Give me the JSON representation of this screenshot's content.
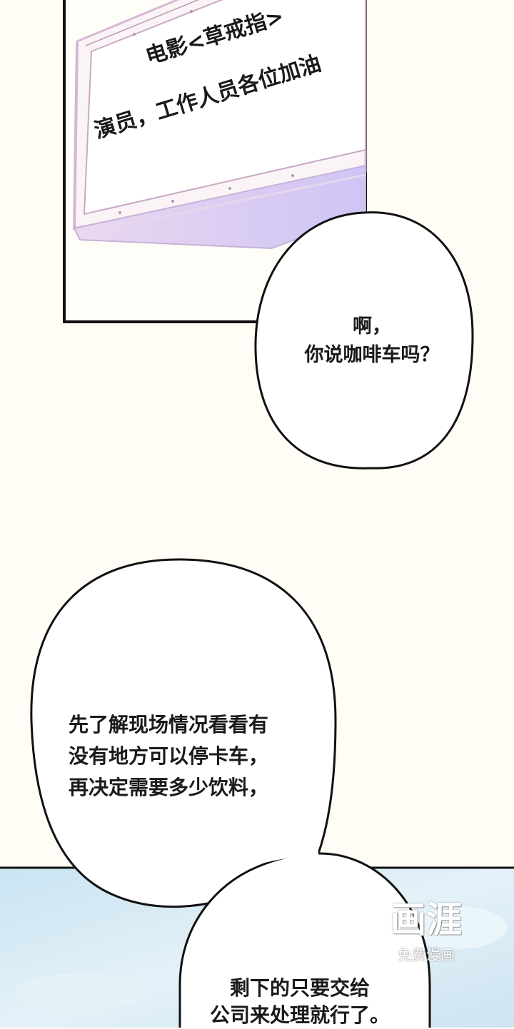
{
  "banner": {
    "line1": "电影<草戒指>",
    "line2": "演员，工作人员各位加油"
  },
  "bubbles": {
    "b1": {
      "lines": [
        "啊，",
        "你说咖啡车吗？"
      ]
    },
    "b2": {
      "lines": [
        "先了解现场情况看看有",
        "没有地方可以停卡车，",
        "再决定需要多少饮料，"
      ]
    },
    "b3": {
      "lines": [
        "剩下的只要交给",
        "公司来处理就行了。"
      ]
    }
  },
  "watermark": {
    "logo": "画涯",
    "subtitle": "免费漫画"
  },
  "colors": {
    "paper": "#fffdf6",
    "ink": "#1a1a1a",
    "banner_frame": "#e6c8e0",
    "banner_under": "#d2c8f4",
    "sky": "#cfe6f2"
  }
}
